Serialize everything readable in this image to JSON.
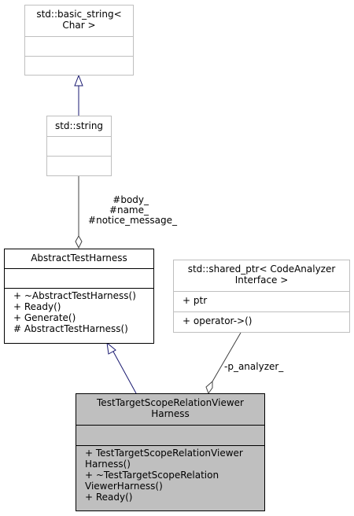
{
  "classes": {
    "basic_string": {
      "title_lines": [
        "std::basic_string<",
        "Char >"
      ],
      "attributes": [],
      "methods": []
    },
    "string": {
      "title_lines": [
        "std::string"
      ],
      "attributes": [],
      "methods": []
    },
    "abstract_harness": {
      "title_lines": [
        "AbstractTestHarness"
      ],
      "attributes": [],
      "methods": [
        "+ ~AbstractTestHarness()",
        "+ Ready()",
        "+ Generate()",
        "# AbstractTestHarness()"
      ]
    },
    "shared_ptr": {
      "title_lines": [
        "std::shared_ptr< CodeAnalyzer",
        "Interface >"
      ],
      "attributes": [
        "+ ptr"
      ],
      "methods": [
        "+ operator->()"
      ]
    },
    "target_harness": {
      "title_lines": [
        "TestTargetScopeRelationViewer",
        "Harness"
      ],
      "attributes": [],
      "methods": [
        "+ TestTargetScopeRelationViewer",
        "Harness()",
        "+ ~TestTargetScopeRelation",
        "ViewerHarness()",
        "+ Ready()"
      ]
    }
  },
  "edge_labels": {
    "string_to_harness": [
      "#body_",
      "#name_",
      "#notice_message_"
    ],
    "ptr_to_target": [
      "-p_analyzer_"
    ]
  },
  "colors": {
    "inheritance_edge": "#191970",
    "composition_edge": "#404040",
    "highlight_fill": "#bfbfbf",
    "grey_border": "#bfbfbf"
  }
}
